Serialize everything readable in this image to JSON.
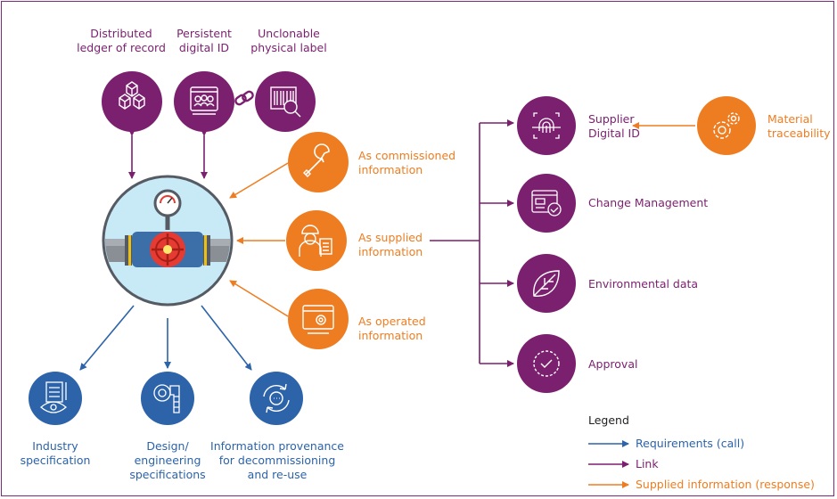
{
  "colors": {
    "purple": "#7b1f6f",
    "orange": "#ee7d21",
    "blue": "#2c63a9",
    "pipe_bg": "#c8eaf6"
  },
  "top_nodes": [
    {
      "line1": "Distributed",
      "line2": "ledger of record",
      "icon": "blocks-icon"
    },
    {
      "line1": "Persistent",
      "line2": "digital ID",
      "icon": "digital-id-icon"
    },
    {
      "line1": "Unclonable",
      "line2": "physical label",
      "icon": "barcode-icon"
    }
  ],
  "info_nodes": [
    {
      "line1": "As commissioned",
      "line2": "information",
      "icon": "wrench-icon"
    },
    {
      "line1": "As supplied",
      "line2": "information",
      "icon": "worker-icon"
    },
    {
      "line1": "As operated",
      "line2": "information",
      "icon": "settings-window-icon"
    }
  ],
  "right_nodes": [
    {
      "line1": "Supplier",
      "line2": "Digital ID",
      "icon": "fingerprint-icon"
    },
    {
      "line1": "Change Management",
      "line2": "",
      "icon": "document-check-icon"
    },
    {
      "line1": "Environmental data",
      "line2": "",
      "icon": "leaf-icon"
    },
    {
      "line1": "Approval",
      "line2": "",
      "icon": "approval-check-icon"
    }
  ],
  "material": {
    "line1": "Material",
    "line2": "traceability",
    "icon": "gears-icon"
  },
  "bottom_nodes": [
    {
      "lines": [
        "Industry",
        "specification"
      ],
      "icon": "eye-checklist-icon"
    },
    {
      "lines": [
        "Design/",
        "engineering",
        "specifications"
      ],
      "icon": "caliper-icon"
    },
    {
      "lines": [
        "Information provenance",
        "for decommissioning",
        "and re-use"
      ],
      "icon": "recycle-icon"
    }
  ],
  "legend": {
    "title": "Legend",
    "items": [
      {
        "label": "Requirements (call)",
        "color": "#2c63a9"
      },
      {
        "label": "Link",
        "color": "#7b1f6f"
      },
      {
        "label": "Supplied information (response)",
        "color": "#ee7d21"
      }
    ]
  }
}
